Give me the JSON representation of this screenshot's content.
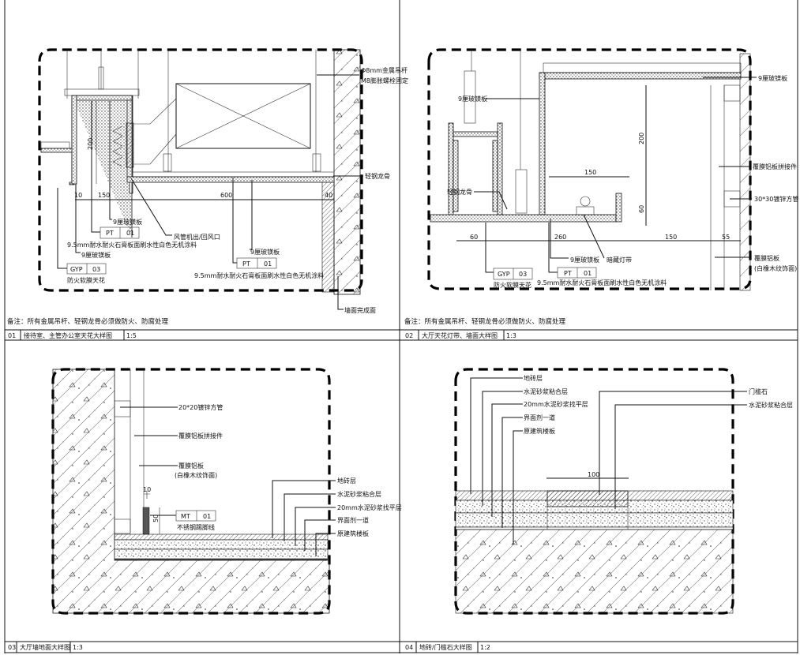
{
  "note": "备注：所有金属吊杆、轻钢龙骨必须做防火、防腐处理",
  "panels": [
    {
      "number": "01",
      "title": "接待室、主管办公室天花大样图",
      "scale": "1:5",
      "dims": [
        "10",
        "150",
        "600",
        "40",
        "200"
      ],
      "labels": {
        "rod": "Φ8mm金属吊杆",
        "bolt": "M8膨胀螺栓固定",
        "keel": "轻钢龙骨",
        "board1": "9厘玻镁板",
        "board2": "9厘玻镁板",
        "board3": "9厘玻镁板",
        "vent": "风管机出/回风口",
        "gypsum1": "9.5mm耐水耐火石膏板面刷水性白色无机涂料",
        "gypsum2": "9.5mm耐水耐火石膏板面刷水性白色无机涂料",
        "softfilm": "防火软膜天花",
        "wall": "墙面完成面"
      },
      "tags": [
        {
          "code": "PT",
          "num": "01"
        },
        {
          "code": "GYP",
          "num": "03"
        },
        {
          "code": "PT",
          "num": "01"
        }
      ]
    },
    {
      "number": "02",
      "title": "大厅天花灯带、墙面大样图",
      "scale": "1:3",
      "dims": [
        "150",
        "200",
        "60",
        "60",
        "260",
        "150",
        "55"
      ],
      "labels": {
        "board_top": "9厘玻镁板",
        "board_left": "9厘玻镁板",
        "board_bottom": "9厘玻镁板",
        "joint": "覆膜铝板拼接件",
        "tube": "30*30镀锌方管",
        "keel": "轻钢龙骨",
        "led": "暗藏灯带",
        "panel": "覆膜铝板",
        "panel_finish": "(白橡木纹饰面)",
        "softfilm": "防火软膜天花",
        "gypsum": "9.5mm耐水耐火石膏板面刷水性白色无机涂料"
      },
      "tags": [
        {
          "code": "GYP",
          "num": "03"
        },
        {
          "code": "PT",
          "num": "01"
        }
      ]
    },
    {
      "number": "03",
      "title": "大厅墙地面大样图",
      "scale": "1:3",
      "dims": [
        "10",
        "50"
      ],
      "labels": {
        "tube": "20*20镀锌方管",
        "joint": "覆膜铝板拼接件",
        "panel": "覆膜铝板",
        "panel_finish": "(白橡木纹饰面)",
        "skirting": "不锈钢踢脚线",
        "tile": "地砖层",
        "mortar": "水泥砂浆粘合层",
        "level": "20mm水泥砂浆找平层",
        "agent": "界面剂一道",
        "slab": "原建筑楼板"
      },
      "tags": [
        {
          "code": "MT",
          "num": "01"
        }
      ]
    },
    {
      "number": "04",
      "title": "地砖/门槛石大样图",
      "scale": "1:2",
      "dims": [
        "100"
      ],
      "labels": {
        "tile": "地砖层",
        "mortar": "水泥砂浆粘合层",
        "level": "20mm水泥砂浆找平层",
        "agent": "界面剂一道",
        "slab": "原建筑楼板",
        "threshold": "门槛石",
        "mortar2": "水泥砂浆粘合层"
      }
    }
  ]
}
